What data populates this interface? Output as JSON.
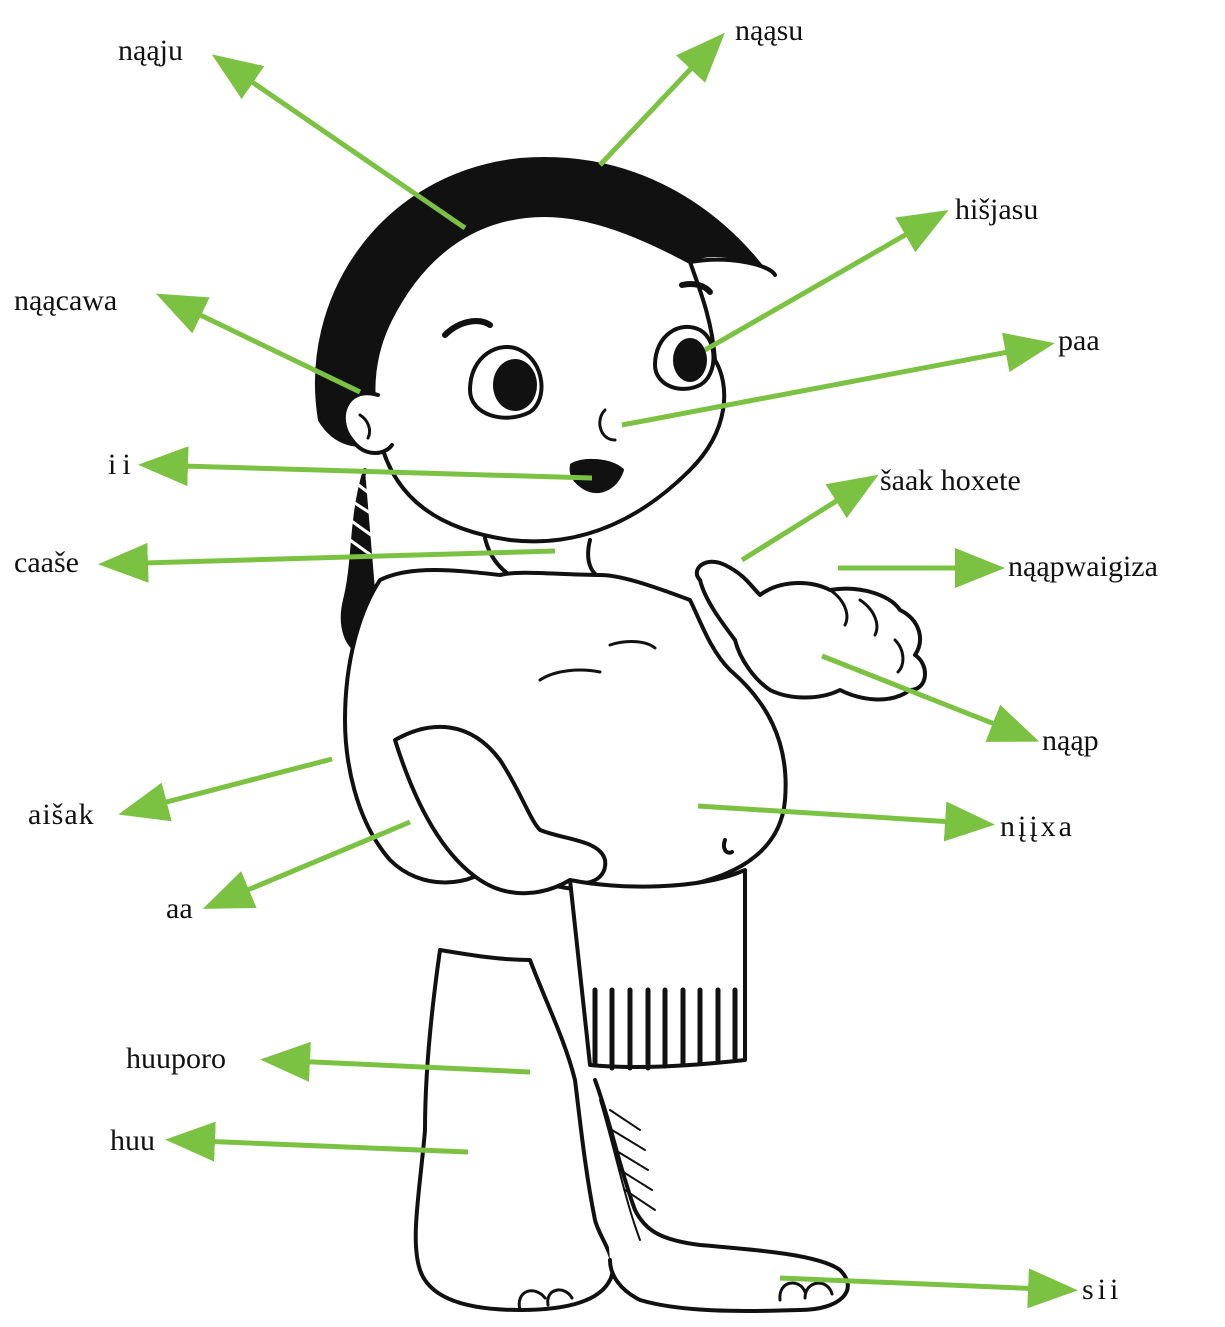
{
  "diagram": {
    "arrow_color": "#7cc242",
    "ink_color": "#111111",
    "labels": [
      {
        "id": "naaju",
        "text": "nąąju",
        "points_to": "hair"
      },
      {
        "id": "naasu",
        "text": "nąąsu",
        "points_to": "head"
      },
      {
        "id": "hisjasu",
        "text": "hišjasu",
        "points_to": "eye"
      },
      {
        "id": "naacawa",
        "text": "nąącawa",
        "points_to": "ear"
      },
      {
        "id": "paa",
        "text": "paa",
        "points_to": "nose"
      },
      {
        "id": "ii",
        "text": "ii",
        "points_to": "mouth"
      },
      {
        "id": "saak-hoxete",
        "text": "šaak hoxete",
        "points_to": "thumb"
      },
      {
        "id": "caase",
        "text": "caaše",
        "points_to": "neck"
      },
      {
        "id": "naapwaigiza",
        "text": "nąąpwaigiza",
        "points_to": "fingers"
      },
      {
        "id": "naap",
        "text": "nąąp",
        "points_to": "hand"
      },
      {
        "id": "aisak",
        "text": "aišak",
        "points_to": "elbow"
      },
      {
        "id": "njjxa",
        "text": "nįįxa",
        "points_to": "belly"
      },
      {
        "id": "aa",
        "text": "aa",
        "points_to": "arm"
      },
      {
        "id": "huuporo",
        "text": "huuporo",
        "points_to": "knee"
      },
      {
        "id": "huu",
        "text": "huu",
        "points_to": "leg"
      },
      {
        "id": "sii",
        "text": "sii",
        "points_to": "foot"
      }
    ]
  }
}
